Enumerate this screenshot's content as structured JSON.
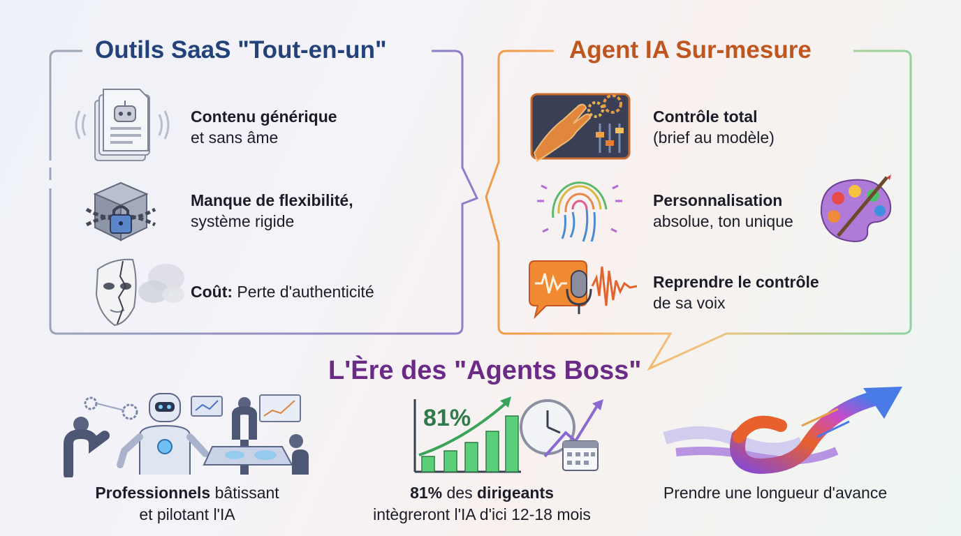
{
  "left_panel": {
    "title": "Outils SaaS \"Tout-en-un\"",
    "items": [
      {
        "bold": "Contenu générique",
        "rest": "et sans âme",
        "icon": "robot-document-icon"
      },
      {
        "bold": "Manque de flexibilité,",
        "rest": "système rigide",
        "icon": "locked-box-icon"
      },
      {
        "bold": "Coût:",
        "rest": " Perte d'authenticité",
        "icon": "cracked-mask-icon"
      }
    ]
  },
  "right_panel": {
    "title": "Agent IA Sur-mesure",
    "items": [
      {
        "bold": "Contrôle total",
        "rest": "(brief au modèle)",
        "icon": "hand-control-panel-icon"
      },
      {
        "bold": "Personnalisation",
        "rest": "absolue, ton unique",
        "icon": "fingerprint-icon"
      },
      {
        "bold": "Reprendre le contrôle",
        "rest": "de sa voix",
        "icon": "microphone-soundwave-icon"
      }
    ],
    "extra_icon": "paint-palette-icon"
  },
  "bottom": {
    "title": "L'Ère des \"Agents Boss\"",
    "columns": [
      {
        "bold": "Professionnels",
        "rest": " bâtissant",
        "line2": "et pilotant l'IA",
        "icon": "robot-team-icon"
      },
      {
        "bold_a": "81%",
        "mid": " des ",
        "bold_b": "dirigeants",
        "line2": "intègreront l'IA d'ici 12-18 mois",
        "icon": "growth-chart-icon",
        "chart_label": "81%"
      },
      {
        "line1": "Prendre une longueur d'avance",
        "icon": "rising-arrow-icon"
      }
    ]
  },
  "colors": {
    "left_title": "#23427a",
    "right_title": "#c0561f",
    "bottom_title": "#6a2a86"
  }
}
